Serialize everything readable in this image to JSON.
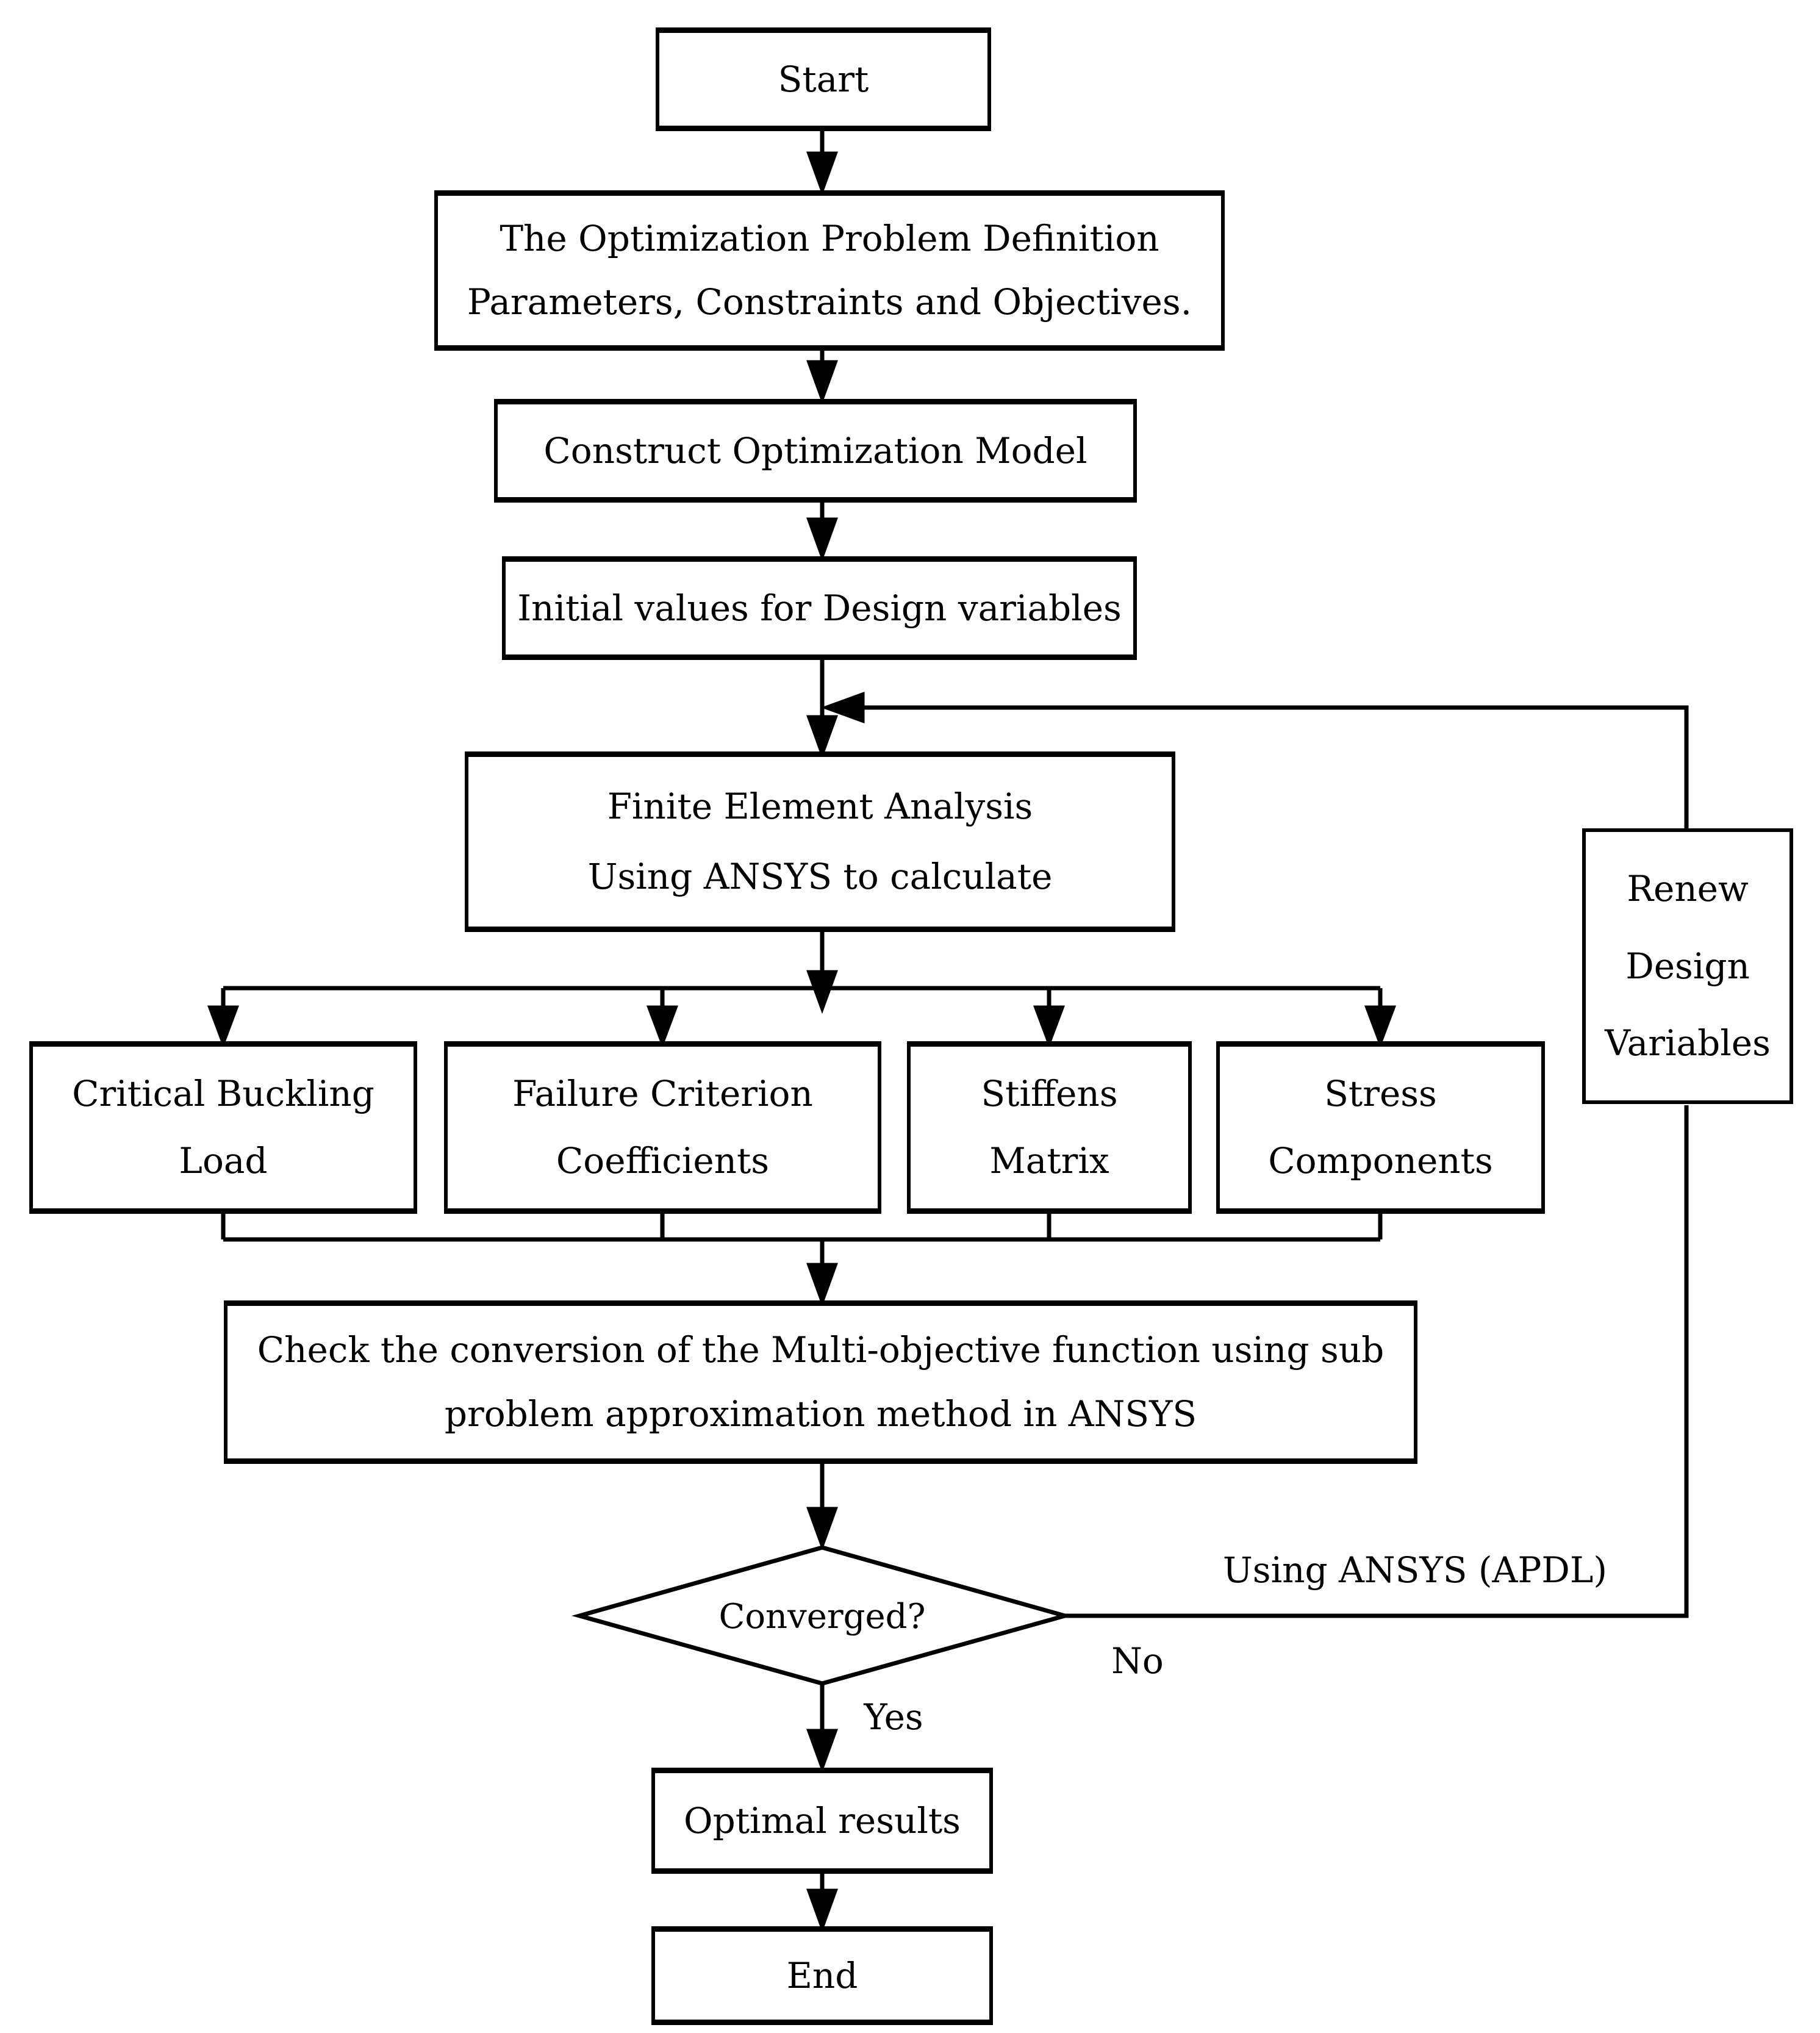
{
  "figure": {
    "type": "flowchart",
    "background": "#ffffff",
    "line_color": "#000000",
    "text_color": "#000000"
  },
  "nodes": {
    "start": {
      "shape": "rect",
      "label": "Start"
    },
    "problem_definition": {
      "shape": "rect",
      "lines": [
        "The Optimization Problem Definition",
        "Parameters, Constraints and Objectives."
      ]
    },
    "construct_model": {
      "shape": "rect",
      "label": "Construct Optimization Model"
    },
    "initial_values": {
      "shape": "rect",
      "label": "Initial values for Design variables"
    },
    "fea": {
      "shape": "rect",
      "lines": [
        "Finite Element Analysis",
        "Using ANSYS to calculate"
      ]
    },
    "critical_buckling": {
      "shape": "rect",
      "lines": [
        "Critical Buckling",
        "Load"
      ]
    },
    "failure_criterion": {
      "shape": "rect",
      "lines": [
        "Failure Criterion",
        "Coefficients"
      ]
    },
    "stiffens_matrix": {
      "shape": "rect",
      "lines": [
        "Stiffens",
        "Matrix"
      ]
    },
    "stress_components": {
      "shape": "rect",
      "lines": [
        "Stress",
        "Components"
      ]
    },
    "check_conversion": {
      "shape": "rect",
      "lines": [
        "Check the conversion of the Multi-objective function using sub",
        "problem approximation method in ANSYS"
      ]
    },
    "converged": {
      "shape": "diamond",
      "label": "Converged?"
    },
    "renew_variables": {
      "shape": "rect",
      "lines": [
        "Renew",
        "Design",
        "Variables"
      ]
    },
    "optimal_results": {
      "shape": "rect",
      "label": "Optimal results"
    },
    "end": {
      "shape": "rect",
      "label": "End"
    }
  },
  "edge_labels": {
    "yes": "Yes",
    "no": "No",
    "apdl": "Using ANSYS (APDL)"
  }
}
